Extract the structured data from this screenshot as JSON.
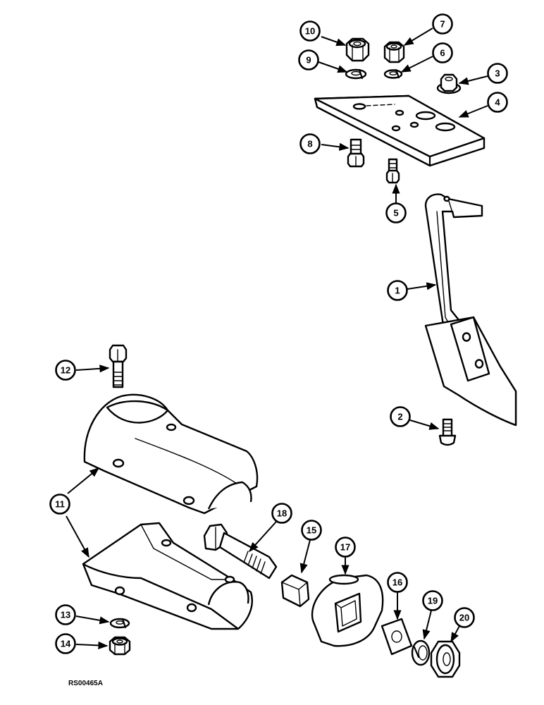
{
  "figure_ref": "RS00465A",
  "callouts": {
    "c1": "1",
    "c2": "2",
    "c3": "3",
    "c4": "4",
    "c5": "5",
    "c6": "6",
    "c7": "7",
    "c8": "8",
    "c9": "9",
    "c10": "10",
    "c11a": "11",
    "c12": "12",
    "c13": "13",
    "c14": "14",
    "c15": "15",
    "c16": "16",
    "c17": "17",
    "c18": "18",
    "c19": "19",
    "c20": "20"
  }
}
